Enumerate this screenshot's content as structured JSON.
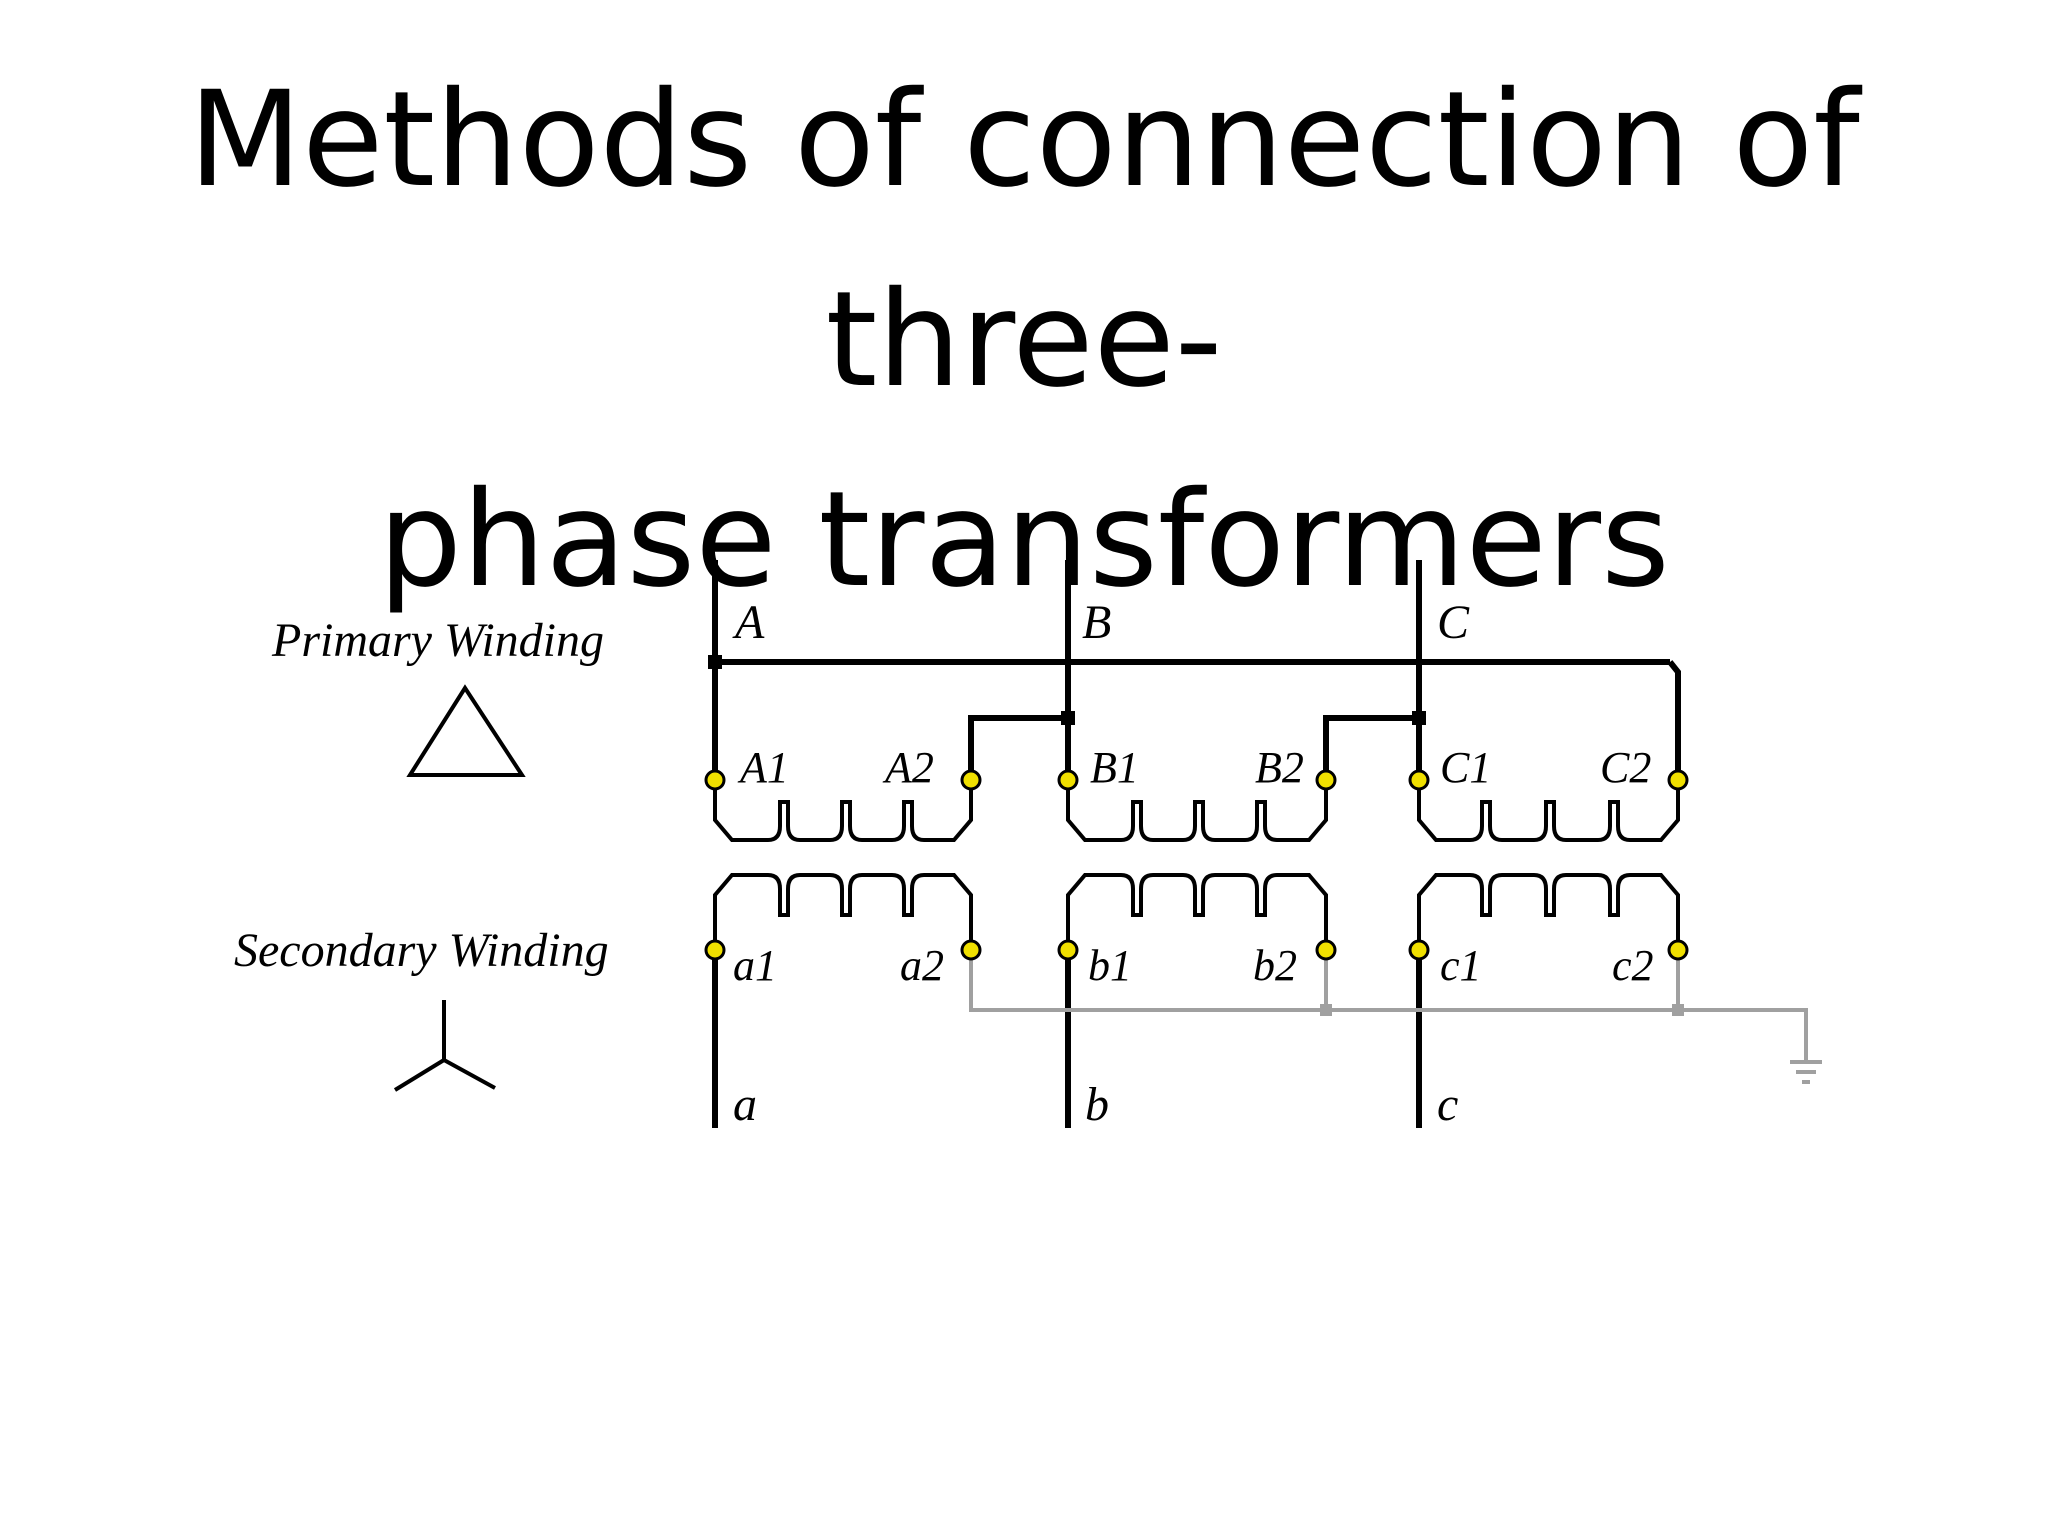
{
  "title": {
    "line1": "Methods of connection of three-",
    "line2": "phase transformers"
  },
  "labels": {
    "primary": "Primary Winding",
    "secondary": "Secondary Winding",
    "phase_A": "A",
    "phase_B": "B",
    "phase_C": "C",
    "t_A1": "A1",
    "t_A2": "A2",
    "t_B1": "B1",
    "t_B2": "B2",
    "t_C1": "C1",
    "t_C2": "C2",
    "t_a1": "a1",
    "t_a2": "a2",
    "t_b1": "b1",
    "t_b2": "b2",
    "t_c1": "c1",
    "t_c2": "c2",
    "out_a": "a",
    "out_b": "b",
    "out_c": "c"
  },
  "symbols": {
    "primary_connection": "delta-symbol",
    "secondary_connection": "wye-symbol",
    "ground": "ground-icon"
  },
  "colors": {
    "wire": "#000000",
    "neutral_wire": "#a0a0a0",
    "terminal_fill": "#f0e000",
    "terminal_stroke": "#000000"
  }
}
